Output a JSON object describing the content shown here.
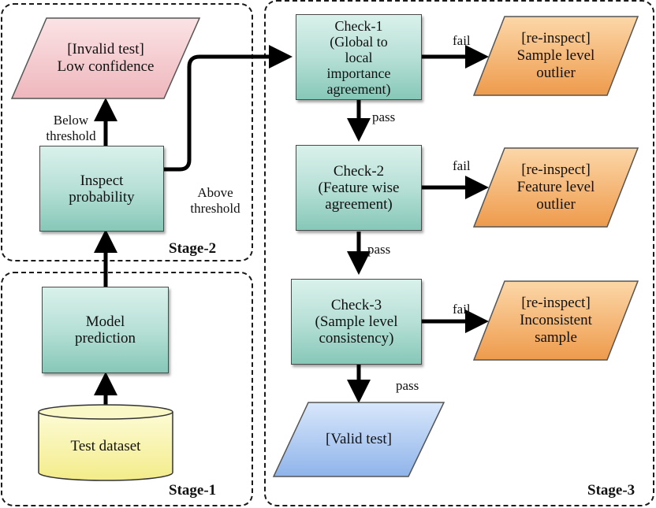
{
  "stages": {
    "stage1": "Stage-1",
    "stage2": "Stage-2",
    "stage3": "Stage-3"
  },
  "nodes": {
    "test_dataset": "Test dataset",
    "model_prediction": [
      "Model",
      "prediction"
    ],
    "inspect_probability": [
      "Inspect",
      "probability"
    ],
    "invalid_test": [
      "[Invalid test]",
      "Low confidence"
    ],
    "check1": [
      "Check-1",
      "(Global to",
      "local",
      "importance",
      "agreement)"
    ],
    "check2": [
      "Check-2",
      "(Feature wise",
      "agreement)"
    ],
    "check3": [
      "Check-3",
      "(Sample level",
      "consistency)"
    ],
    "outlier_sample": [
      "[re-inspect]",
      "Sample level",
      "outlier"
    ],
    "outlier_feature": [
      "[re-inspect]",
      "Feature level",
      "outlier"
    ],
    "inconsistent_sample": [
      "[re-inspect]",
      "Inconsistent",
      "sample"
    ],
    "valid_test": "[Valid test]"
  },
  "edge_labels": {
    "below_threshold": [
      "Below",
      "threshold"
    ],
    "above_threshold": [
      "Above",
      "threshold"
    ],
    "fail1": "fail",
    "fail2": "fail",
    "fail3": "fail",
    "pass1": "pass",
    "pass2": "pass",
    "pass3": "pass"
  },
  "colors": {
    "process_box": "#a8dacd",
    "invalid_fill": "#f2c4c8",
    "reinspect_fill": "#f4a65a",
    "valid_fill": "#9fc0ee",
    "dataset_fill": "#f8f3a6",
    "stroke": "#000000"
  }
}
